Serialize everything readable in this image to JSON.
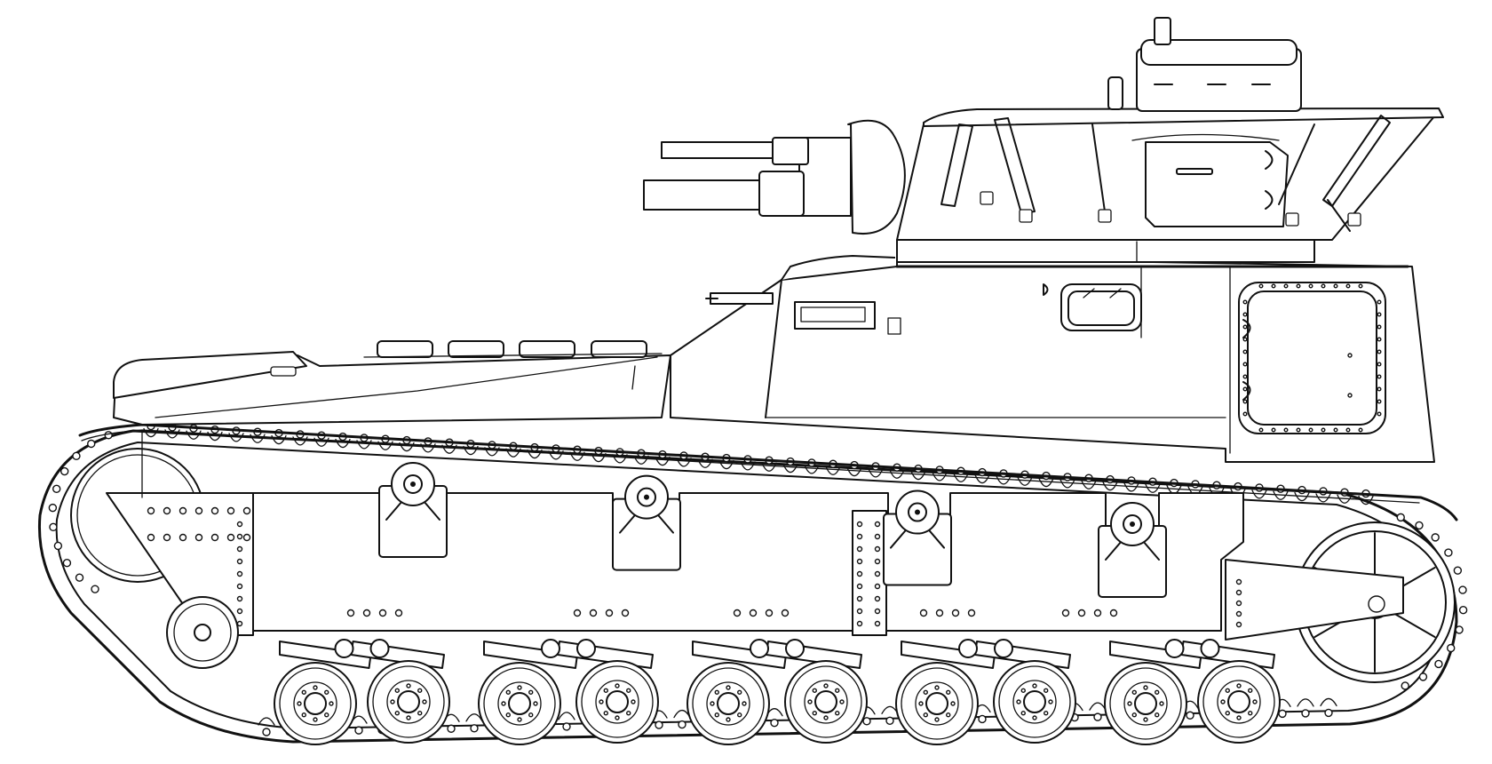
{
  "image": {
    "subject": "tank",
    "view": "side",
    "style": "black-and-white line drawing",
    "background_color": "#ffffff",
    "ink_color": "#111111"
  },
  "components": {
    "road_wheel_count": 10,
    "return_roller_count": 5,
    "weapon_barrel_count": 2,
    "hull_hatch_count": 1,
    "turret_hatch_count": 1
  }
}
